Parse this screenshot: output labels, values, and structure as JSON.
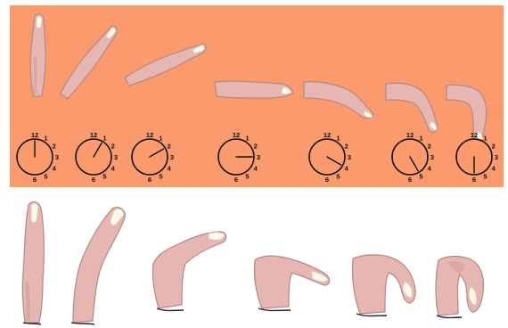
{
  "colors": {
    "top_background": "#fb9a6c",
    "bottom_background": "#ffffff",
    "finger_skin": "#e5b6b2",
    "nail": "#fff7ea"
  },
  "clocks": [
    {
      "hour": 12,
      "labels": [
        "12",
        "1",
        "2",
        "3",
        "4",
        "5",
        "6"
      ]
    },
    {
      "hour": 1,
      "labels": [
        "12",
        "1",
        "2",
        "3",
        "4",
        "5",
        "6"
      ]
    },
    {
      "hour": 2,
      "labels": [
        "12",
        "1",
        "2",
        "3",
        "4",
        "5",
        "6"
      ]
    },
    {
      "hour": 3,
      "labels": [
        "12",
        "1",
        "2",
        "3",
        "4",
        "5",
        "6"
      ]
    },
    {
      "hour": 4,
      "labels": [
        "12",
        "1",
        "2",
        "3",
        "4",
        "5",
        "6"
      ]
    },
    {
      "hour": 5,
      "labels": [
        "12",
        "1",
        "2",
        "3",
        "4",
        "5",
        "6"
      ]
    },
    {
      "hour": 6,
      "labels": [
        "12",
        "1",
        "2",
        "3",
        "4",
        "5",
        "6"
      ]
    }
  ]
}
